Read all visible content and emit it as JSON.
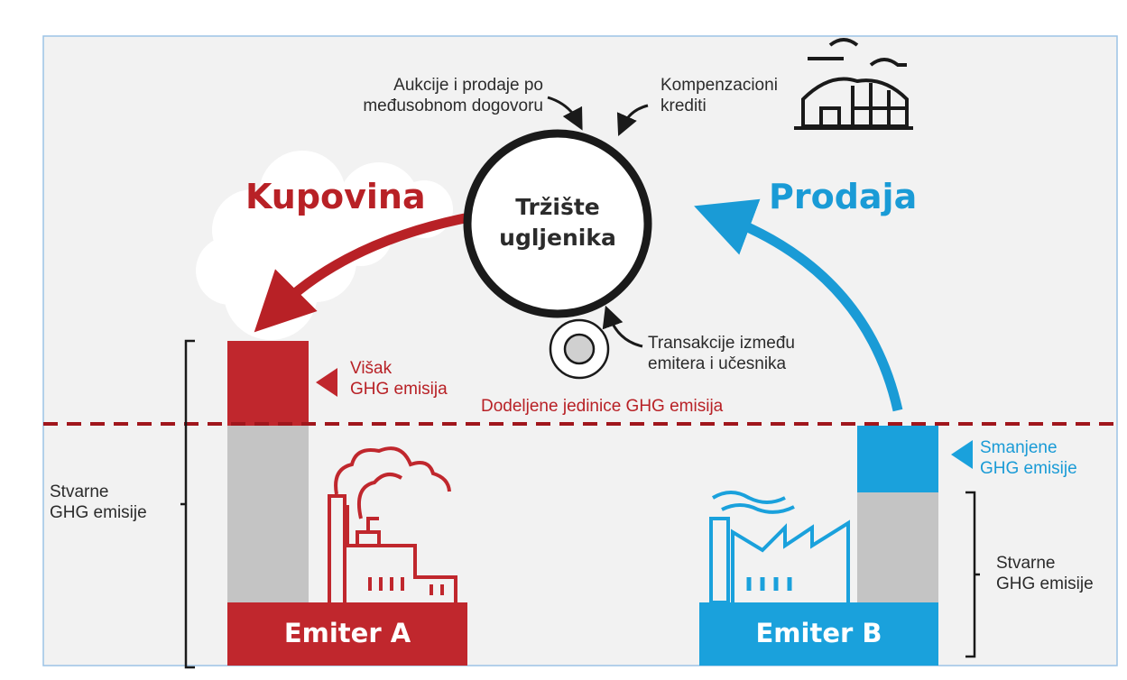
{
  "market": {
    "title_line1": "Tržište",
    "title_line2": "ugljenika"
  },
  "inputs": {
    "auctions_line1": "Aukcije i prodaje po",
    "auctions_line2": "međusobnom dogovoru",
    "offset_line1": "Kompenzacioni",
    "offset_line2": "krediti",
    "transactions_line1": "Transakcije između",
    "transactions_line2": "emitera i učesnika"
  },
  "flows": {
    "buy_label": "Kupovina",
    "sell_label": "Prodaja"
  },
  "allocation": {
    "line_label": "Dodeljene jedinice GHG emisija"
  },
  "emitter_a": {
    "name": "Emiter A",
    "excess_line1": "Višak",
    "excess_line2": "GHG emisija",
    "actual_line1": "Stvarne",
    "actual_line2": "GHG emisije"
  },
  "emitter_b": {
    "name": "Emiter B",
    "reduction_line1": "Smanjene",
    "reduction_line2": "GHG emisije",
    "actual_line1": "Stvarne",
    "actual_line2": "GHG emisije"
  },
  "colors": {
    "red": "#c0272d",
    "dark_red": "#b82126",
    "blue": "#1aa1dc",
    "gray": "#c4c4c4",
    "panel": "#f2f2f2",
    "ink": "#1a1a1a"
  },
  "icons": [
    "greenhouse-icon",
    "coin-icon",
    "factory-a-icon",
    "factory-b-icon",
    "cloud-icon"
  ]
}
